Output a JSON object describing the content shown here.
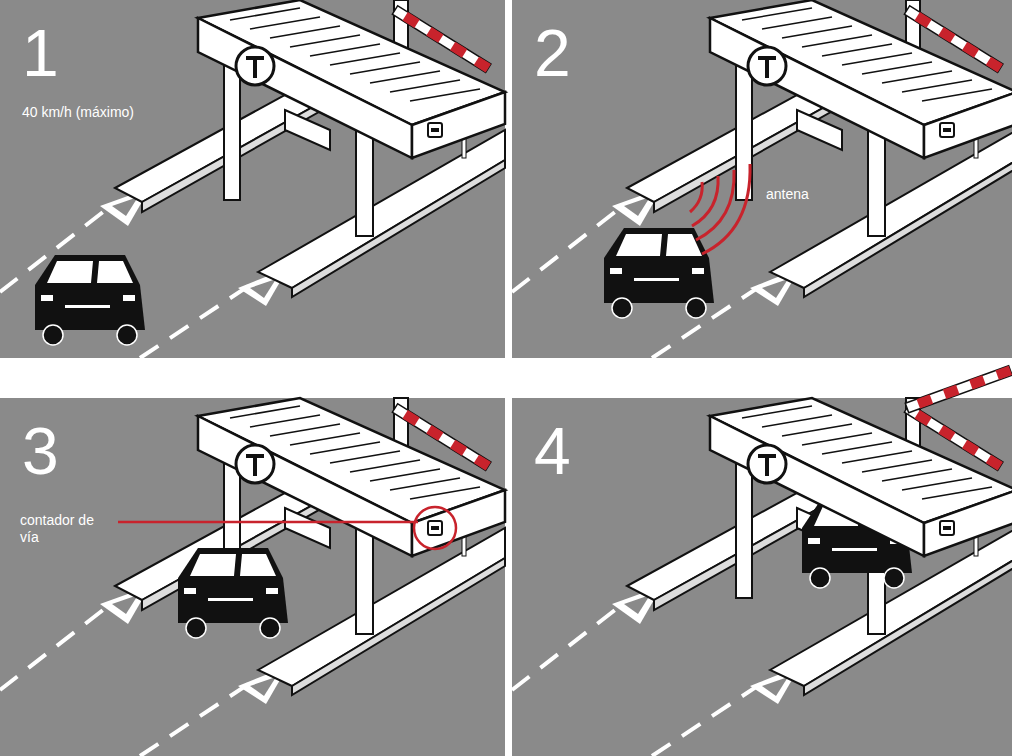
{
  "diagram": {
    "labels": [
      "1",
      "40 km/h (máximo)",
      "2",
      "antena",
      "3",
      "contador de vía",
      "4"
    ]
  }
}
